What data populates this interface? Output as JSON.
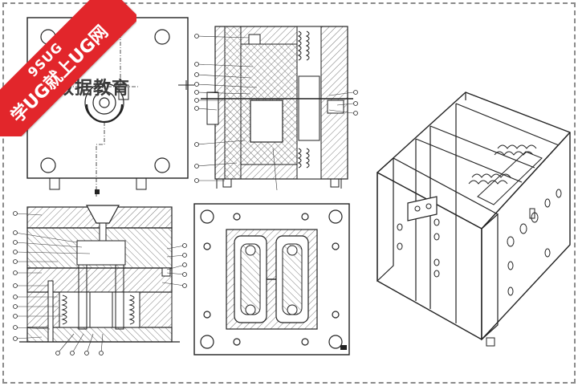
{
  "watermark": {
    "text": "数据教育"
  },
  "ribbon": {
    "top_text": "9SUG",
    "bottom_text": "学UG就上UG网",
    "color": "#e2262b"
  },
  "drawings": {
    "top_left": {
      "name": "mold top plan view"
    },
    "top_middle": {
      "name": "mold side section view"
    },
    "bottom_left": {
      "name": "mold front section view"
    },
    "bottom_middle": {
      "name": "cavity plate plan view"
    },
    "right": {
      "name": "mold base isometric view"
    }
  },
  "colors": {
    "line": "#222222",
    "hatch": "#7a7a7a",
    "background": "#ffffff",
    "frame": "#8a8a8a"
  }
}
